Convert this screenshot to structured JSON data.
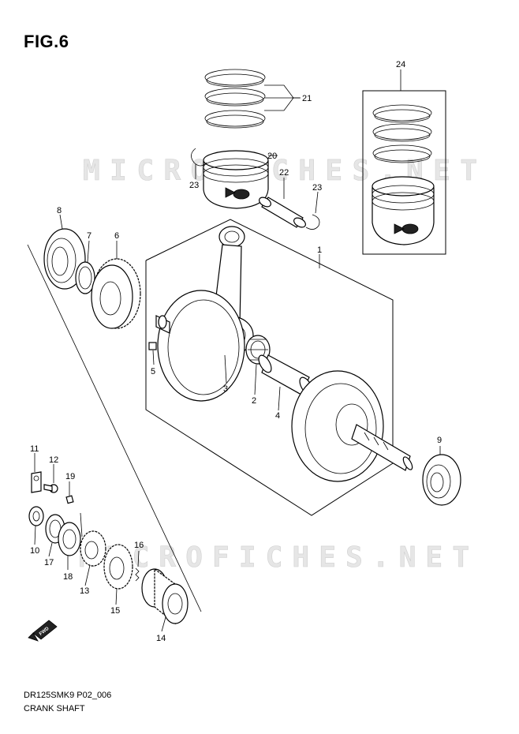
{
  "figure": {
    "title": "FIG.6",
    "code": "DR125SMK9 P02_006",
    "name": "CRANK SHAFT"
  },
  "watermarks": [
    "MICROFICHES.NET",
    "MICROFICHES.NET"
  ],
  "fwd_badge": "FWD",
  "callouts": [
    {
      "id": "c1",
      "label": "1"
    },
    {
      "id": "c2",
      "label": "2"
    },
    {
      "id": "c3",
      "label": "3"
    },
    {
      "id": "c4",
      "label": "4"
    },
    {
      "id": "c5",
      "label": "5"
    },
    {
      "id": "c6",
      "label": "6"
    },
    {
      "id": "c7",
      "label": "7"
    },
    {
      "id": "c8",
      "label": "8"
    },
    {
      "id": "c9",
      "label": "9"
    },
    {
      "id": "c10",
      "label": "10"
    },
    {
      "id": "c11",
      "label": "11"
    },
    {
      "id": "c12",
      "label": "12"
    },
    {
      "id": "c13",
      "label": "13"
    },
    {
      "id": "c14",
      "label": "14"
    },
    {
      "id": "c15",
      "label": "15"
    },
    {
      "id": "c16",
      "label": "16"
    },
    {
      "id": "c17",
      "label": "17"
    },
    {
      "id": "c18",
      "label": "18"
    },
    {
      "id": "c19",
      "label": "19"
    },
    {
      "id": "c20",
      "label": "20"
    },
    {
      "id": "c21",
      "label": "21"
    },
    {
      "id": "c22",
      "label": "22"
    },
    {
      "id": "c23a",
      "label": "23"
    },
    {
      "id": "c23b",
      "label": "23"
    },
    {
      "id": "c24",
      "label": "24"
    }
  ]
}
